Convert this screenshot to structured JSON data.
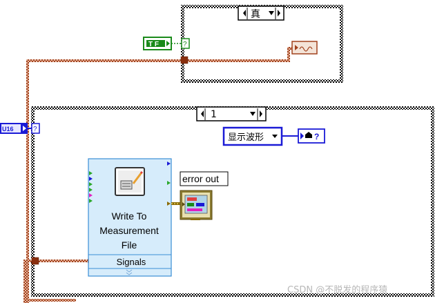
{
  "top_case": {
    "selector_value": "真"
  },
  "bool_constant": {
    "text": "T F"
  },
  "u16_control": {
    "text": "U16",
    "question": "?"
  },
  "bottom_case": {
    "selector_value": "1"
  },
  "ring_constant": {
    "text": "显示波形"
  },
  "property_node": {
    "question": "?"
  },
  "express_vi": {
    "title_lines": [
      "Write To",
      "Measurement",
      "File"
    ],
    "terminal_label": "Signals"
  },
  "error_out": {
    "label": "error out"
  },
  "watermark": {
    "text": "CSDN @不脱发的程序猿"
  },
  "colors": {
    "wire_waveform": "#a0401c",
    "case_border": "#000000",
    "numeric_blue": "#1a1ad6",
    "boolean_green": "#1a8a1a",
    "vi_fill": "#d6ecfb"
  }
}
